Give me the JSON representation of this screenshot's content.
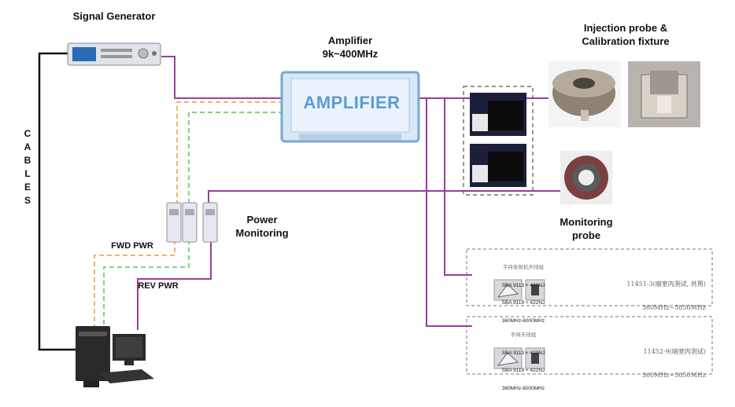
{
  "labels": {
    "signal_generator": "Signal Generator",
    "amplifier_title": "Amplifier",
    "amplifier_range": "9k~400MHz",
    "amplifier_box": "AMPLIFIER",
    "injection_line1": "Injection probe &",
    "injection_line2": "Calibration fixture",
    "monitoring_line1": "Monitoring",
    "monitoring_line2": "probe",
    "power_line1": "Power",
    "power_line2": "Monitoring",
    "fwd_pwr": "FWD PWR",
    "rev_pwr": "REV PWR",
    "cables": [
      "C",
      "A",
      "B",
      "L",
      "E",
      "S"
    ]
  },
  "antenna_box_1": {
    "header": "手持发射机天线组",
    "lines": [
      "SBA 9113 + 420NJ",
      "SBA 9119 + 422NJ",
      "360MHz-6000MHz"
    ],
    "right_title": "11451-3(暗室内测试, 共用)",
    "right_range": "360MHz~5850MHz"
  },
  "antenna_box_2": {
    "header": "手持天线组",
    "lines": [
      "SBA 9113 + 420NJ",
      "SBA 9119 + 422NJ",
      "360MHz-6000MHz"
    ],
    "right_title": "11452-9(暗室内测试)",
    "right_range": "360MHz~5850MHz"
  },
  "colors": {
    "purple": "#9b3c9b",
    "orange": "#f2b36a",
    "green": "#7dd67d",
    "black": "#111111",
    "amp_blue": "#5b9bd5"
  }
}
